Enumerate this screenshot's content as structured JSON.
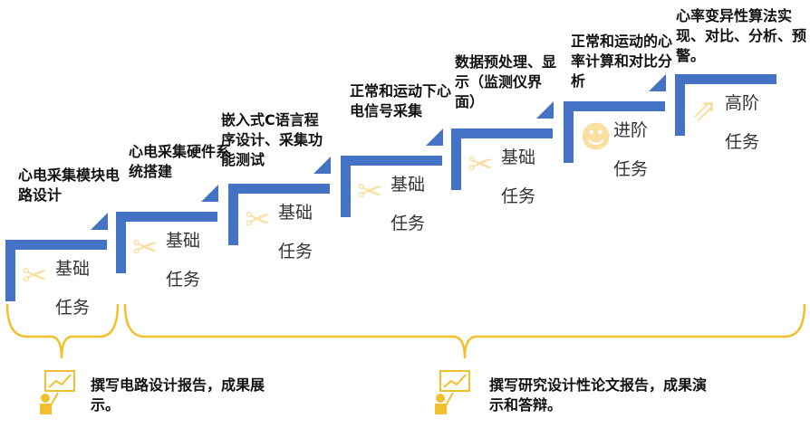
{
  "colors": {
    "step": "#4472C4",
    "bracket": "#F2C02C",
    "icon": "#F9DFA0"
  },
  "steps": [
    {
      "title": "心电采集模块电路设计",
      "line1": "基础",
      "line2": "任务",
      "icon": "wrench-screwdriver-icon"
    },
    {
      "title": "心电采集硬件系统搭建",
      "line1": "基础",
      "line2": "任务",
      "icon": "wrench-screwdriver-icon"
    },
    {
      "title": "嵌入式C语言程序设计、采集功能测试",
      "line1": "基础",
      "line2": "任务",
      "icon": "wrench-screwdriver-icon"
    },
    {
      "title": "正常和运动下心电信号采集",
      "line1": "基础",
      "line2": "任务",
      "icon": "wrench-screwdriver-icon"
    },
    {
      "title": "数据预处理、显示（监测仪界面）",
      "line1": "基础",
      "line2": "任务",
      "icon": "wrench-screwdriver-icon"
    },
    {
      "title": "正常和运动的心率计算和对比分析",
      "line1": "进阶",
      "line2": "任务",
      "icon": "head-idea-icon"
    },
    {
      "title": "心率变异性算法实现、对比、分析、预警。",
      "line1": "高阶",
      "line2": "任务",
      "icon": "team-growth-icon"
    }
  ],
  "reports": [
    {
      "text": "撰写电路设计报告，成果展示。",
      "icon": "presentation-icon"
    },
    {
      "text": "撰写研究设计性论文报告，成果演示和答辩。",
      "icon": "presentation-icon"
    }
  ]
}
